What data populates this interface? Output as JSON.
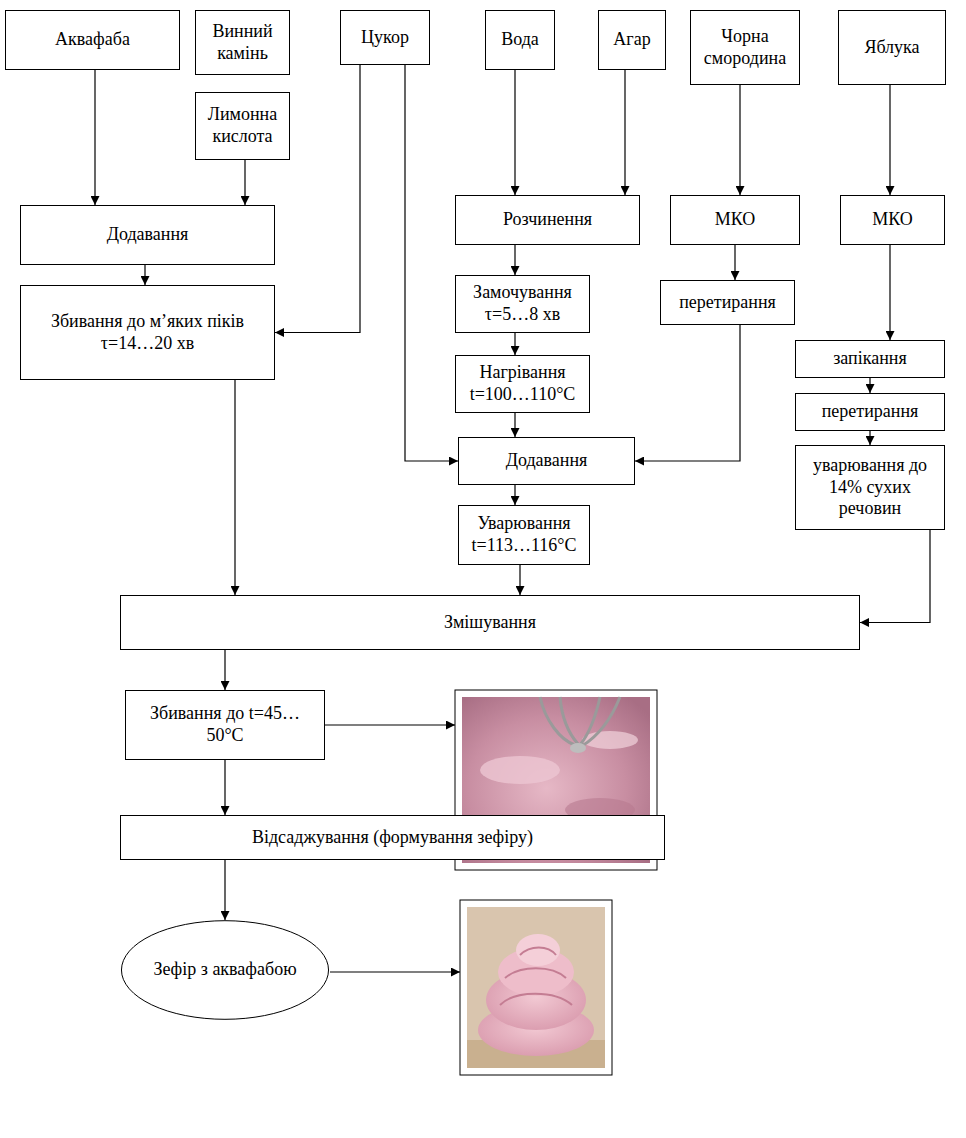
{
  "diagram": {
    "nodes": [
      {
        "text": [
          "Аквафаба"
        ]
      },
      {
        "text": [
          "Винний камінь"
        ]
      },
      {
        "text": [
          "Лимонна кислота"
        ]
      },
      {
        "text": [
          "Цукор"
        ]
      },
      {
        "text": [
          "Вода"
        ]
      },
      {
        "text": [
          "Агар"
        ]
      },
      {
        "text": [
          "Чорна смородина"
        ]
      },
      {
        "text": [
          "Яблука"
        ]
      },
      {
        "text": [
          "Додавання"
        ]
      },
      {
        "text": [
          "Розчинення"
        ]
      },
      {
        "text": [
          "МКО"
        ]
      },
      {
        "text": [
          "МКО"
        ]
      },
      {
        "text": [
          "Збивання до м’яких піків τ=14…20 хв"
        ]
      },
      {
        "text": [
          "Замочування τ=5…8 хв"
        ]
      },
      {
        "text": [
          "перетирання"
        ]
      },
      {
        "text": [
          "запікання"
        ]
      },
      {
        "text": [
          "Нагрівання t=100…110°C"
        ]
      },
      {
        "text": [
          "перетирання"
        ]
      },
      {
        "text": [
          "Додавання"
        ]
      },
      {
        "text": [
          "уварювання до 14% сухих речовин"
        ]
      },
      {
        "text": [
          "Уварювання t=113…116°C"
        ]
      },
      {
        "text": [
          "Змішування"
        ]
      },
      {
        "text": [
          "Збивання до t=45…50°C"
        ]
      },
      {
        "text": [
          "Відсаджування (формування зефіру)"
        ]
      },
      {
        "text": [
          "Зефір з аквафабою"
        ]
      }
    ],
    "edges": [
      {
        "from": 0,
        "to": 8,
        "arrow": "to"
      },
      {
        "from": 2,
        "to": 8,
        "arrow": "to"
      },
      {
        "from": 8,
        "to": 12,
        "arrow": "to"
      },
      {
        "from": 3,
        "to": 12,
        "arrow": "to"
      },
      {
        "from": 4,
        "to": 9,
        "arrow": "to"
      },
      {
        "from": 5,
        "to": 9,
        "arrow": "to"
      },
      {
        "from": 9,
        "to": 13,
        "arrow": "to"
      },
      {
        "from": 13,
        "to": 16,
        "arrow": "to"
      },
      {
        "from": 16,
        "to": 18,
        "arrow": "to"
      },
      {
        "from": 3,
        "to": 18,
        "arrow": "to"
      },
      {
        "from": 6,
        "to": 10,
        "arrow": "to"
      },
      {
        "from": 10,
        "to": 14,
        "arrow": "to"
      },
      {
        "from": 14,
        "to": 18,
        "arrow": "to"
      },
      {
        "from": 7,
        "to": 11,
        "arrow": "to"
      },
      {
        "from": 11,
        "to": 15,
        "arrow": "to"
      },
      {
        "from": 15,
        "to": 17,
        "arrow": "to"
      },
      {
        "from": 17,
        "to": 19,
        "arrow": "to"
      },
      {
        "from": 18,
        "to": 20,
        "arrow": "to"
      },
      {
        "from": 12,
        "to": 21,
        "arrow": "to"
      },
      {
        "from": 20,
        "to": 21,
        "arrow": "to"
      },
      {
        "from": 19,
        "to": 21,
        "arrow": "to"
      },
      {
        "from": 21,
        "to": 22,
        "arrow": "to"
      },
      {
        "from": 22,
        "to": 23,
        "arrow": "to"
      },
      {
        "from": 23,
        "to": 24,
        "arrow": "to"
      }
    ]
  }
}
